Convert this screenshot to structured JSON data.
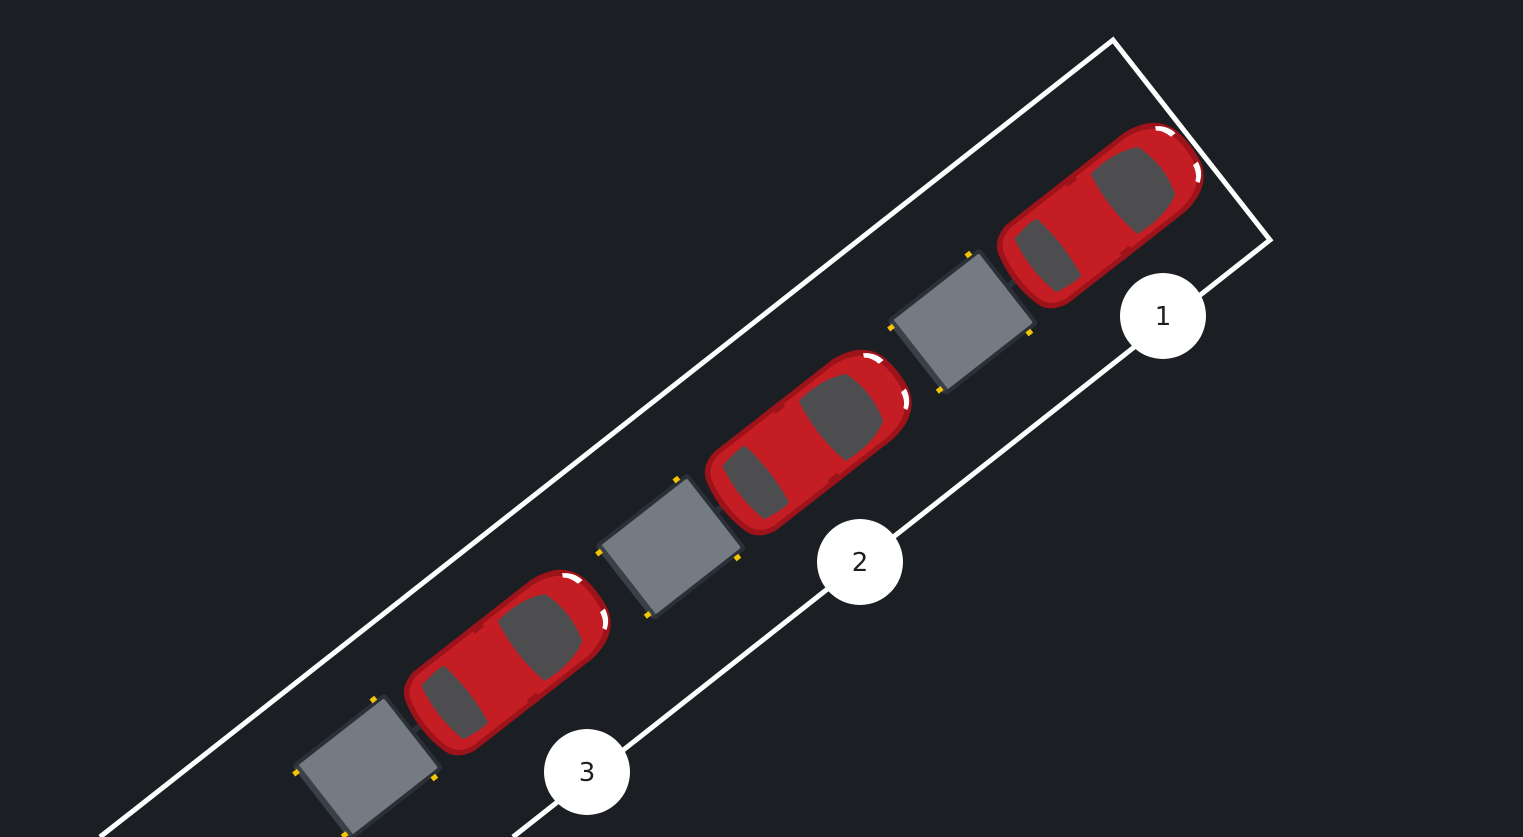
{
  "colors": {
    "background": "#1b1e23",
    "lane_line": "#ffffff",
    "car_body": "#c41e24",
    "car_glass": "#4d4d4f",
    "trailer_body": "#757b82",
    "trailer_frame": "#2b3038",
    "trailer_light": "#f2c500",
    "badge_fill": "#ffffff",
    "badge_text": "#1b1e23"
  },
  "callouts": [
    {
      "label": "1"
    },
    {
      "label": "2"
    },
    {
      "label": "3"
    }
  ],
  "vehicles": [
    {
      "type": "car-with-trailer",
      "icon": "car-icon"
    },
    {
      "type": "car-with-trailer",
      "icon": "car-icon"
    },
    {
      "type": "car-with-trailer",
      "icon": "car-icon"
    }
  ]
}
